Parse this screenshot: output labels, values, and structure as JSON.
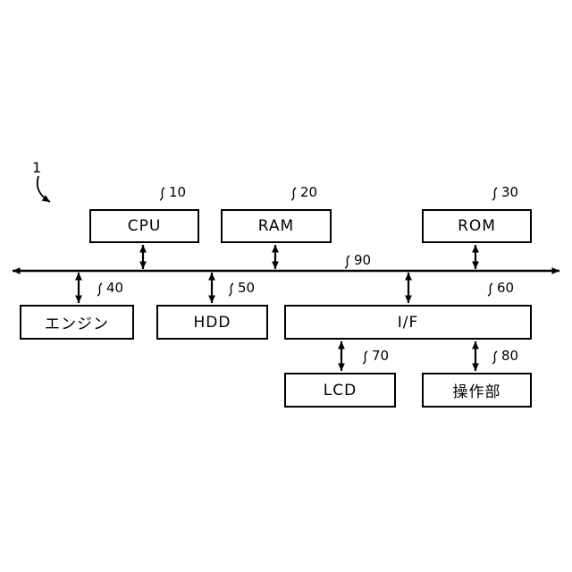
{
  "figure": {
    "system_ref": "1",
    "bus_ref": "90",
    "blocks": [
      {
        "name": "cpu",
        "label": "CPU",
        "ref": "10"
      },
      {
        "name": "ram",
        "label": "RAM",
        "ref": "20"
      },
      {
        "name": "rom",
        "label": "ROM",
        "ref": "30"
      },
      {
        "name": "engine",
        "label": "エンジン",
        "ref": "40"
      },
      {
        "name": "hdd",
        "label": "HDD",
        "ref": "50"
      },
      {
        "name": "interface",
        "label": "I/F",
        "ref": "60"
      },
      {
        "name": "lcd",
        "label": "LCD",
        "ref": "70"
      },
      {
        "name": "operation-unit",
        "label": "操作部",
        "ref": "80"
      }
    ]
  }
}
